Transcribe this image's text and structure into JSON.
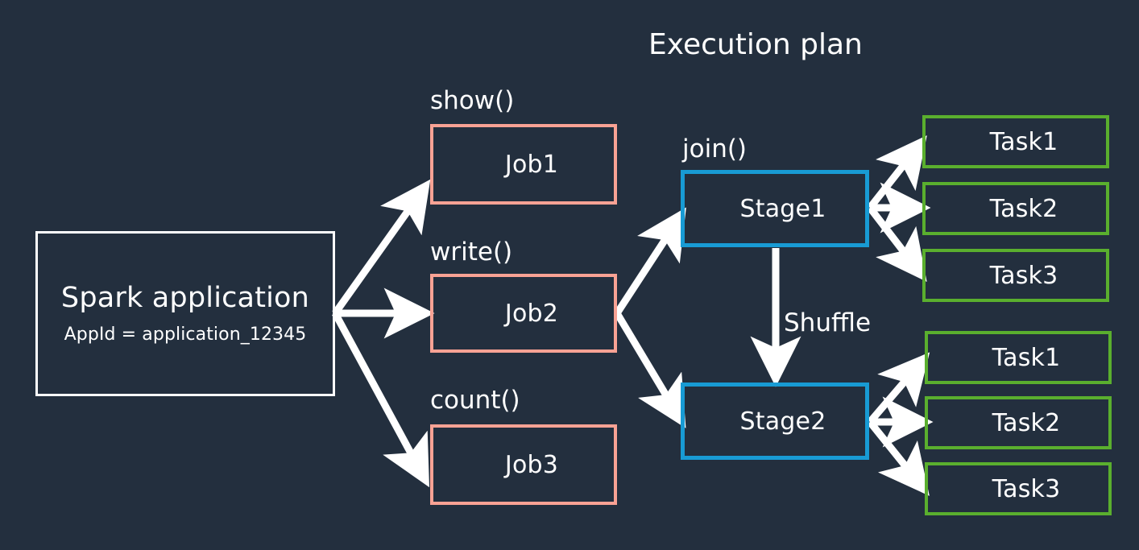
{
  "diagram": {
    "title": "Execution plan",
    "background_color": "#232f3e",
    "colors": {
      "app_border": "#ffffff",
      "job_border": "#f9a294",
      "stage_border": "#189bd4",
      "task_border": "#5aaf2e",
      "arrow": "#ffffff",
      "text": "#ffffff"
    }
  },
  "application": {
    "name": "Spark application",
    "appid_line": "AppId = application_12345"
  },
  "jobs": [
    {
      "action": "show()",
      "label": "Job1"
    },
    {
      "action": "write()",
      "label": "Job2"
    },
    {
      "action": "count()",
      "label": "Job3"
    }
  ],
  "stages": [
    {
      "action": "join()",
      "label": "Stage1"
    },
    {
      "action": "",
      "label": "Stage2"
    }
  ],
  "shuffle_label": "Shuffle",
  "stage1_tasks": [
    {
      "label": "Task1"
    },
    {
      "label": "Task2"
    },
    {
      "label": "Task3"
    }
  ],
  "stage2_tasks": [
    {
      "label": "Task1"
    },
    {
      "label": "Task2"
    },
    {
      "label": "Task3"
    }
  ]
}
